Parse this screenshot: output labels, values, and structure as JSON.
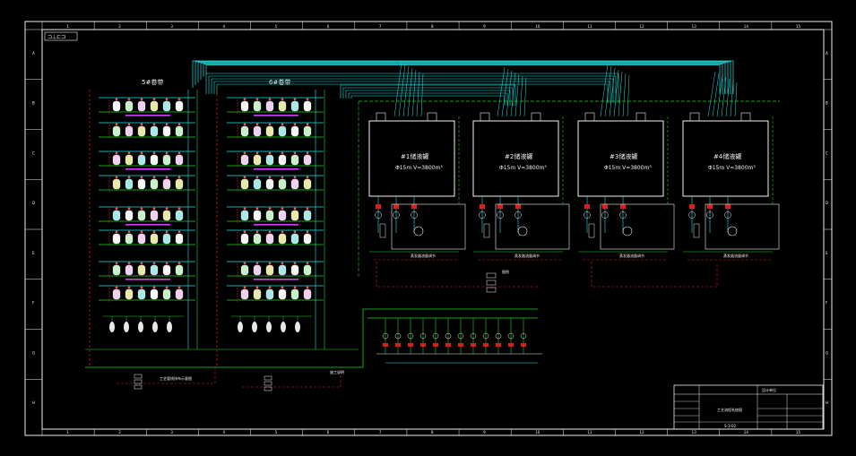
{
  "drawing": {
    "corner_tag": "⊐⊥⊏⊐",
    "top_ruler": [
      "1",
      "2",
      "3",
      "4",
      "5",
      "6",
      "7",
      "8",
      "9",
      "10",
      "11",
      "12",
      "13",
      "14",
      "15"
    ],
    "side_ruler": [
      "A",
      "B",
      "C",
      "D",
      "E",
      "F",
      "G",
      "H"
    ]
  },
  "manifold_groups": [
    {
      "label": "5#卷带"
    },
    {
      "label": "6#卷带"
    }
  ],
  "tanks": [
    {
      "title": "#1储液罐",
      "spec": "Φ15m  V=3800m³",
      "footer": "蒸发器流量调节"
    },
    {
      "title": "#2储液罐",
      "spec": "Φ15m  V=3800m³",
      "footer": "蒸发器流量调节"
    },
    {
      "title": "#3储液罐",
      "spec": "Φ15m  V=3800m³",
      "footer": "蒸发器流量调节"
    },
    {
      "title": "#4储液罐",
      "spec": "Φ15m  V=3800m³",
      "footer": "蒸发器流量调节"
    }
  ],
  "notes": {
    "left_group_note": "工艺管线排布示意图",
    "center_note": "施工说明",
    "legend_title": "图例"
  },
  "title_block": {
    "drawing_name": "工艺流程系统图",
    "company": "设计单位",
    "drawing_no": "S-3-02"
  },
  "colors": {
    "pipe_cyan": "#22e5e5",
    "pipe_green": "#21d021",
    "pipe_red": "#e11a1a",
    "frame": "#f2f2f2",
    "background": "#000000"
  }
}
